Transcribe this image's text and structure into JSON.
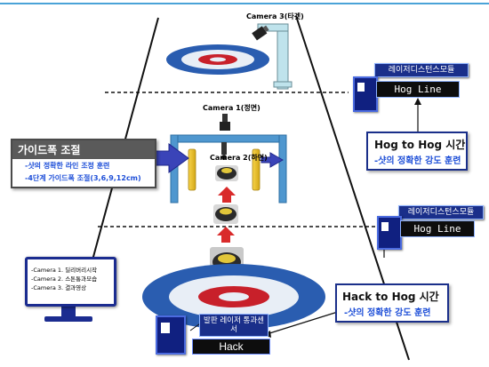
{
  "cameras": {
    "cam3": "Camera 3(타겟)",
    "cam1": "Camera 1(정면)",
    "cam2": "Camera 2(하면)"
  },
  "laser_module_top": {
    "label": "레이저디스턴스모듈",
    "line": "Hog Line"
  },
  "laser_module_mid": {
    "label": "레이저디스턴스모듈",
    "line": "Hog Line"
  },
  "hog_to_hog": {
    "title": "Hog to Hog 시간",
    "subtitle": "-샷의 정확한 강도 훈련"
  },
  "hack_to_hog": {
    "title": "Hack to Hog 시간",
    "subtitle": "-샷의 정확한 강도 훈련"
  },
  "guide_width": {
    "title": "가이드폭 조절",
    "line1": "-샷의 정확한 라인 조정 훈련",
    "line2": "-4단계 가이드폭 조절(3,6,9,12cm)"
  },
  "monitor": {
    "line1": "-Camera 1. 딜리버리시작",
    "line2": "-Camera 2. 스톤통과모습",
    "line3": "-Camera 3. 결과영상"
  },
  "hack": {
    "sensor_label": "발판 레이저 통과센서",
    "label": "Hack"
  },
  "colors": {
    "accent_blue": "#1e4fd8",
    "navy": "#1a2f8a",
    "house_blue": "#2a5db0",
    "house_red": "#c8202a",
    "guide_arrow": "#3a44b8",
    "stone_arrow": "#d92b2b"
  }
}
